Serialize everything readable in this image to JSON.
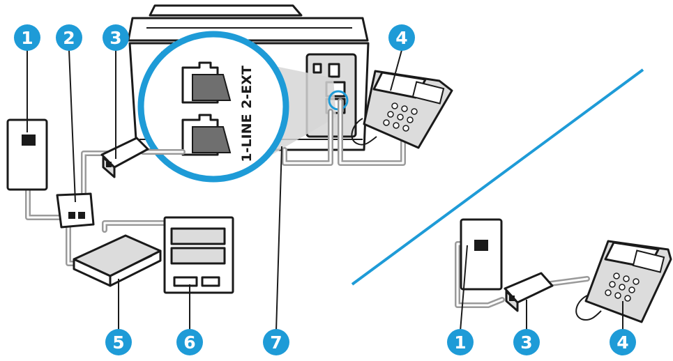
{
  "diagram": {
    "port_labels": {
      "ext": "2-EXT",
      "line": "1-LINE"
    },
    "callouts": [
      {
        "id": "1",
        "label": "1"
      },
      {
        "id": "2",
        "label": "2"
      },
      {
        "id": "3",
        "label": "3"
      },
      {
        "id": "4",
        "label": "4"
      },
      {
        "id": "5",
        "label": "5"
      },
      {
        "id": "6",
        "label": "6"
      },
      {
        "id": "7",
        "label": "7"
      },
      {
        "id": "1b",
        "label": "1"
      },
      {
        "id": "3b",
        "label": "3"
      },
      {
        "id": "4b",
        "label": "4"
      }
    ]
  },
  "colors": {
    "callout": "#1e9bd7",
    "divider": "#1e9bd7",
    "wire": "#9a9a9a",
    "magnifier": "#1e9bd7"
  }
}
